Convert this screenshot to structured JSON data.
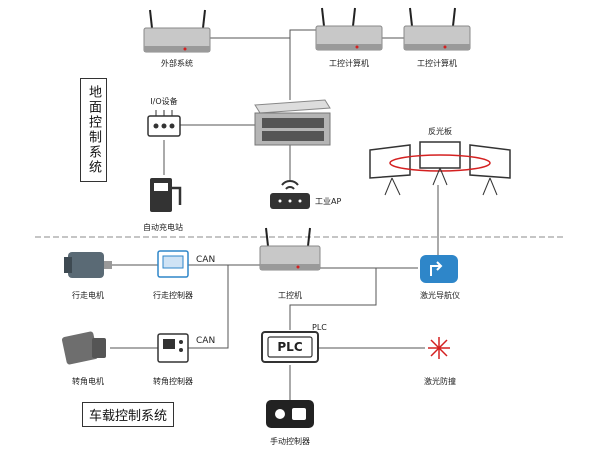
{
  "section_labels": {
    "ground": "地面控制系统",
    "vehicle": "车载控制系统"
  },
  "nodes": {
    "external_system": "外部系统",
    "ipc_computer_1": "工控计算机",
    "ipc_computer_2": "工控计算机",
    "io_device": "I/O设备",
    "auto_charging_station": "自动充电站",
    "industrial_ap": "工业AP",
    "reflector": "反光板",
    "travel_motor": "行走电机",
    "travel_controller": "行走控制器",
    "industrial_pc": "工控机",
    "laser_navigator": "激光导航仪",
    "steering_motor": "转角电机",
    "steering_controller": "转角控制器",
    "plc": "PLC",
    "plc_screen": "PLC",
    "laser_collision": "激光防撞",
    "manual_controller": "手动控制器"
  },
  "links": {
    "can_1": "CAN",
    "can_2": "CAN"
  },
  "colors": {
    "line": "#555555",
    "device_body": "#c8c8c8",
    "device_dark": "#3a3a3a",
    "antenna": "#222222",
    "accent_red": "#d42020",
    "blue": "#2e86c9"
  }
}
